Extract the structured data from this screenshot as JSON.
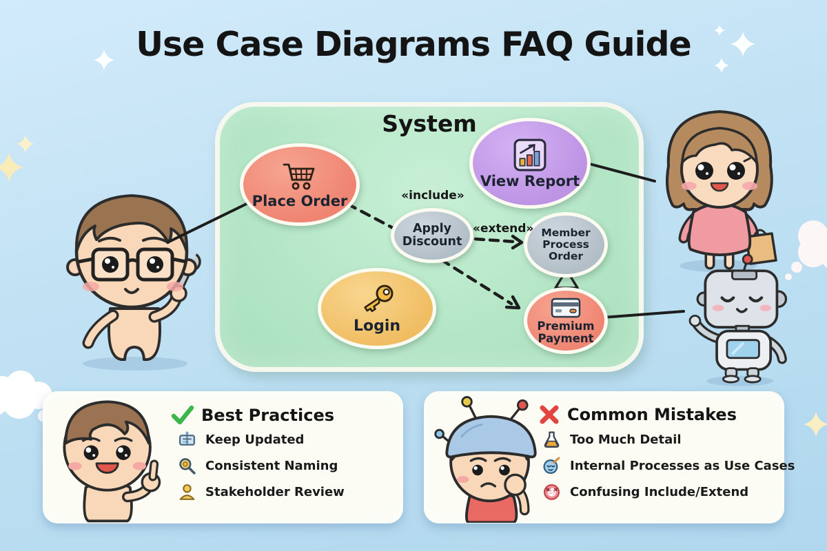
{
  "page": {
    "title": "Use Case Diagrams FAQ Guide",
    "background_color": "#bfe0f2"
  },
  "system": {
    "label": "System",
    "box_color": "#b5e7c7",
    "use_cases": {
      "place_order": {
        "label": "Place Order",
        "icon": "shopping-cart-icon",
        "color": "#ef8472"
      },
      "view_report": {
        "label": "View Report",
        "icon": "bar-chart-icon",
        "color": "#bd93e4"
      },
      "apply_discount": {
        "label": "Apply Discount",
        "icon": null,
        "color": "#b2bec7"
      },
      "member_process_order": {
        "label": "Member Process Order",
        "icon": null,
        "color": "#b2bec7"
      },
      "login": {
        "label": "Login",
        "icon": "key-icon",
        "color": "#f0bd62"
      },
      "premium_payment": {
        "label": "Premium Payment",
        "icon": "credit-card-icon",
        "color": "#ef8472"
      }
    },
    "relationships": {
      "include": {
        "label": "«include»",
        "from": "Place Order",
        "to": "Apply Discount",
        "style": "dashed"
      },
      "extend": {
        "label": "«extend»",
        "from": "Apply Discount",
        "to": "Member Process Order",
        "style": "dashed-arrow"
      },
      "discount_to_premium": {
        "from": "Apply Discount",
        "to": "Premium Payment",
        "style": "dashed-arrow"
      },
      "generalization": {
        "from": "Premium Payment",
        "to": "Member Process Order",
        "style": "hollow-triangle"
      }
    }
  },
  "actors": {
    "left": "boy-with-glasses-and-wrench",
    "top_right": "girl-with-shopping-bag",
    "bottom_right": "robot"
  },
  "cards": {
    "best_practices": {
      "title": "Best Practices",
      "title_icon": "check-icon",
      "accent_color": "#3cb54b",
      "items": [
        {
          "icon": "clipboard-icon",
          "label": "Keep Updated"
        },
        {
          "icon": "magnifier-icon",
          "label": "Consistent Naming"
        },
        {
          "icon": "person-icon",
          "label": "Stakeholder Review"
        }
      ]
    },
    "common_mistakes": {
      "title": "Common Mistakes",
      "title_icon": "x-icon",
      "accent_color": "#e2453f",
      "items": [
        {
          "icon": "flask-icon",
          "label": "Too Much Detail"
        },
        {
          "icon": "face-pencil-icon",
          "label": "Internal Processes as Use Cases"
        },
        {
          "icon": "confused-face-icon",
          "label": "Confusing Include/Extend"
        }
      ]
    }
  }
}
